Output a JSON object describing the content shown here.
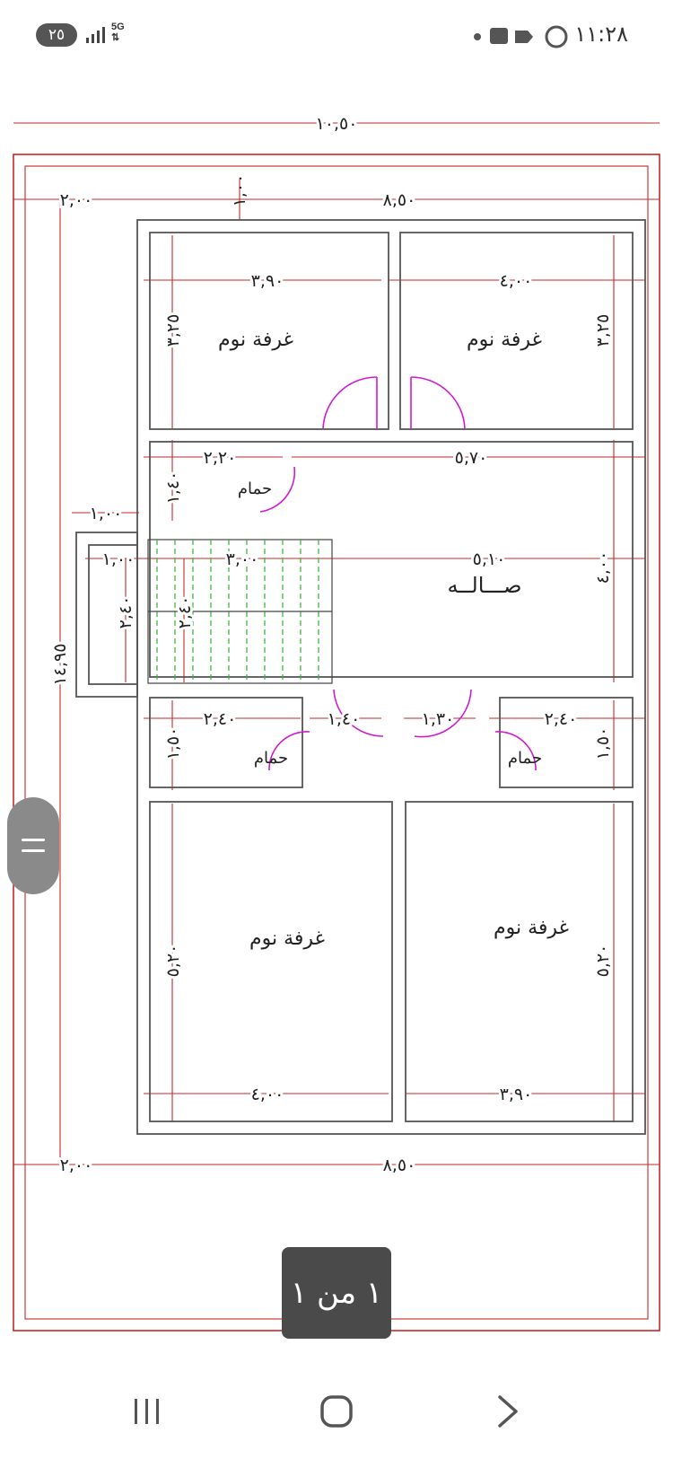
{
  "status_bar": {
    "time": "١١:٢٨",
    "battery": "٢٥",
    "network": "5G"
  },
  "plan": {
    "dimensions": {
      "total_width": "١٠,٥٠",
      "side_setback": "٢,٠٠",
      "building_width": "٨,٥٠",
      "top_setback": "١,٠٠",
      "bottom_setback_left": "٢,٠٠",
      "bottom_width": "٨,٥٠",
      "overall_length": "١٤,٩٥",
      "room_tl_width": "٣,٩٠",
      "room_tr_width": "٤,٠٠",
      "room_tl_height": "٣,٢٥",
      "room_tr_height": "٣,٢٥",
      "bath_top_width": "٢,٢٠",
      "bath_top_height": "١,٤٠",
      "corridor_width": "٥,٧٠",
      "stair_offset": "١,٠٠",
      "stair_offset_2": "١,٠٠",
      "stair_length": "٣,٠٠",
      "hall_width": "٥,١٠",
      "hall_height": "٤,٠٠",
      "stair_height_outer": "٢,٤٠",
      "stair_height_inner": "٢,٤٠",
      "bath_bl_width": "٢,٤٠",
      "door_bl_width": "١,٤٠",
      "door_br_width": "١,٣٠",
      "bath_br_width": "٢,٤٠",
      "bath_bl_height": "١,٥٠",
      "bath_br_height": "١,٥٠",
      "room_bl_height": "٥,٢٠",
      "room_br_height": "٥,٢٠",
      "room_bl_width": "٤,٠٠",
      "room_br_width": "٣,٩٠"
    },
    "labels": {
      "bedroom": "غرفة نوم",
      "bathroom": "حمام",
      "hall": "صـــالــه"
    }
  },
  "viewer": {
    "page_indicator": "١ من ١"
  },
  "colors": {
    "dimension_line": "#c62828",
    "wall": "#555555",
    "door": "#d01ad0",
    "stair": "#2fb82f"
  }
}
